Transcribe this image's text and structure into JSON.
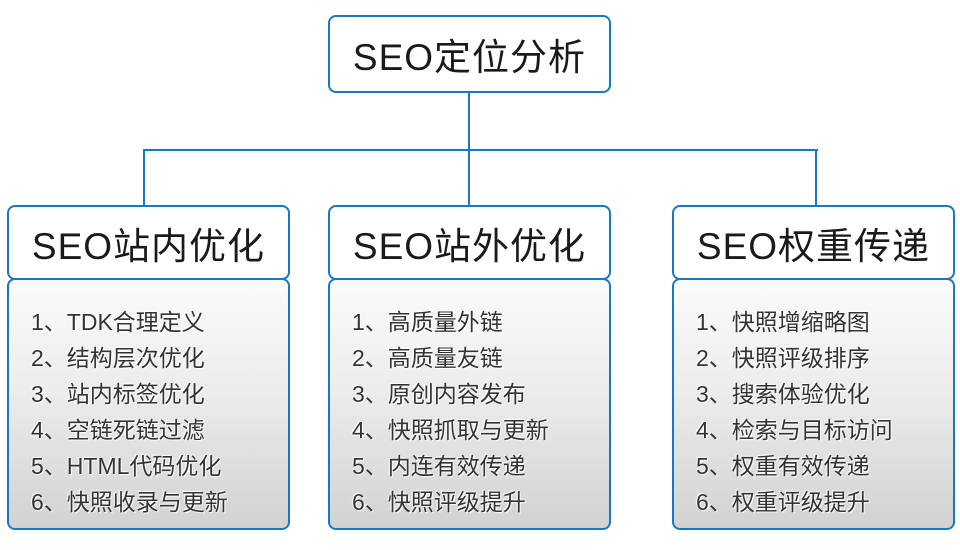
{
  "diagram": {
    "root": {
      "label": "SEO定位分析"
    },
    "columns": [
      {
        "title": "SEO站内优化",
        "items": [
          "1、TDK合理定义",
          "2、结构层次优化",
          "3、站内标签优化",
          "4、空链死链过滤",
          "5、HTML代码优化",
          "6、快照收录与更新"
        ]
      },
      {
        "title": "SEO站外优化",
        "items": [
          "1、高质量外链",
          "2、高质量友链",
          "3、原创内容发布",
          "4、快照抓取与更新",
          "5、内连有效传递",
          "6、快照评级提升"
        ]
      },
      {
        "title": "SEO权重传递",
        "items": [
          "1、快照增缩略图",
          "2、快照评级排序",
          "3、搜索体验优化",
          "4、检索与目标访问",
          "5、权重有效传递",
          "6、权重评级提升"
        ]
      }
    ],
    "colors": {
      "accent_blue": "#1878c2",
      "header_text": "#1a1a1a",
      "list_text": "#333333",
      "list_bg_top": "#fbfbfb",
      "list_bg_bottom": "#d2d2d2"
    }
  }
}
